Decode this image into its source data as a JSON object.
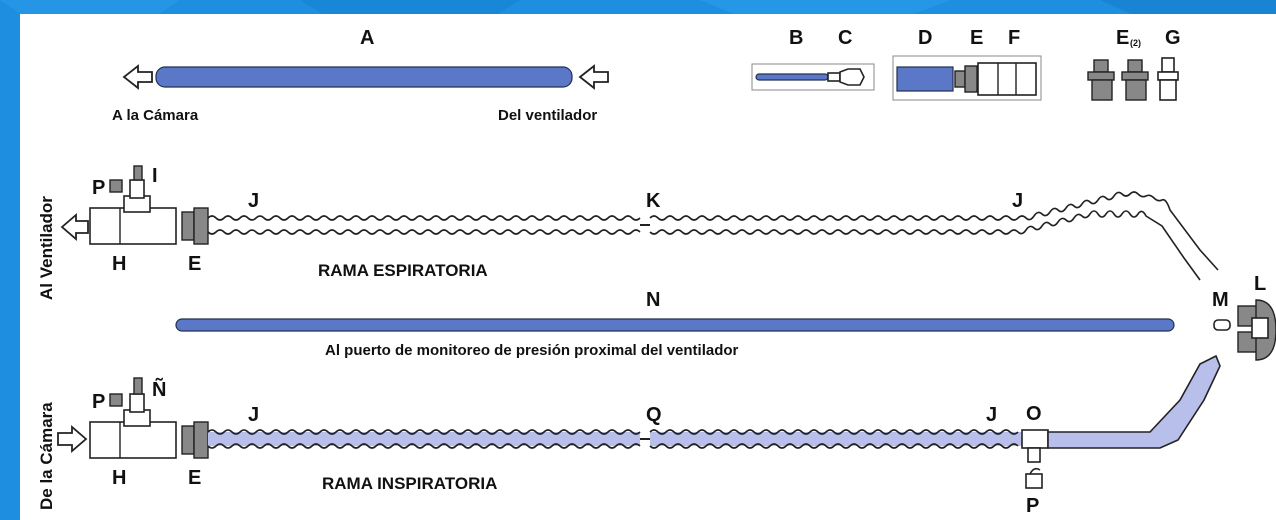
{
  "colors": {
    "background": "#1e8fe0",
    "panel": "#ffffff",
    "tube_blue": "#5b78c8",
    "inspiratory_fill": "#b7bfea"
  },
  "labels": {
    "A": "A",
    "B": "B",
    "C": "C",
    "D": "D",
    "E": "E",
    "E2": "E",
    "E2_sub": "(2)",
    "F": "F",
    "G": "G",
    "H": "H",
    "I": "I",
    "J": "J",
    "K": "K",
    "L": "L",
    "M": "M",
    "N": "N",
    "N_tilde": "Ñ",
    "O": "O",
    "P": "P",
    "Q": "Q"
  },
  "text": {
    "to_chamber": "A la Cámara",
    "from_ventilator": "Del ventilador",
    "to_ventilator": "Al Ventilador",
    "from_chamber": "De  la Cámara",
    "expiratory_branch": "RAMA ESPIRATORIA",
    "inspiratory_branch": "RAMA INSPIRATORIA",
    "proximal_port": "Al puerto de monitoreo de presión proximal del ventilador"
  },
  "icons": [
    "arrow-left-icon",
    "arrow-right-icon"
  ]
}
